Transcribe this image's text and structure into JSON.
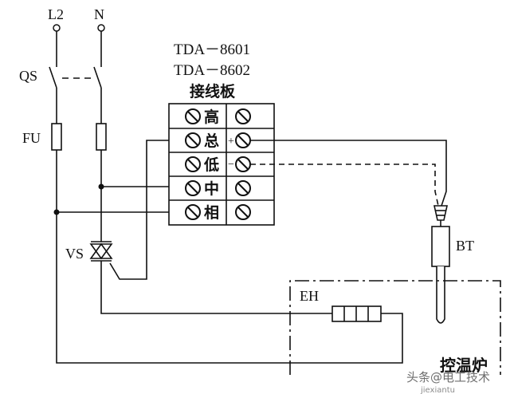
{
  "labels": {
    "line_l2": "L2",
    "line_n": "N",
    "switch": "QS",
    "fuse": "FU",
    "triac": "VS",
    "sensor": "BT",
    "heater": "EH",
    "model_1": "TDA－8601",
    "model_2": "TDA－8602",
    "board": "接线板",
    "furnace": "控温炉",
    "plus": "+",
    "minus": "−"
  },
  "terminals": [
    {
      "label": "高"
    },
    {
      "label": "总"
    },
    {
      "label": "低"
    },
    {
      "label": "中"
    },
    {
      "label": "相"
    }
  ],
  "watermark": {
    "line_1": "头条@电工技术",
    "line_2": "jiexiantu"
  }
}
